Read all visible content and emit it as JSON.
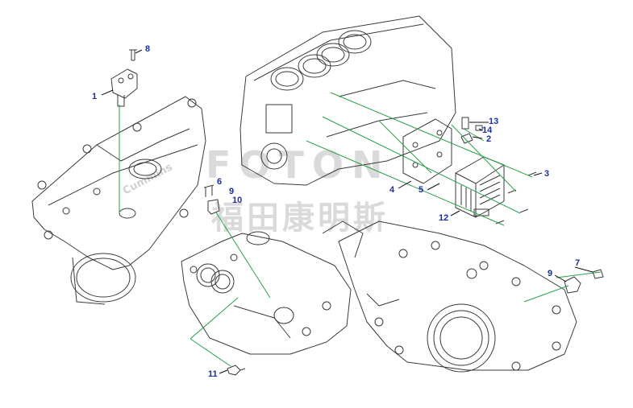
{
  "watermark": {
    "latin": "FOTON",
    "chinese": "福田康明斯",
    "brand": "Cummins"
  },
  "colors": {
    "label": "#1a2fa0",
    "leader": "#2aa04a",
    "linework": "#3a3a3a",
    "watermark": "#969696"
  },
  "callouts": [
    {
      "id": "1",
      "text": "1"
    },
    {
      "id": "2",
      "text": "2"
    },
    {
      "id": "3",
      "text": "3"
    },
    {
      "id": "4",
      "text": "4"
    },
    {
      "id": "5",
      "text": "5"
    },
    {
      "id": "6",
      "text": "6"
    },
    {
      "id": "7",
      "text": "7"
    },
    {
      "id": "8",
      "text": "8"
    },
    {
      "id": "9a",
      "text": "9"
    },
    {
      "id": "9b",
      "text": "9"
    },
    {
      "id": "10",
      "text": "10"
    },
    {
      "id": "11",
      "text": "11"
    },
    {
      "id": "12",
      "text": "12"
    },
    {
      "id": "13",
      "text": "13"
    },
    {
      "id": "14",
      "text": "14"
    }
  ]
}
